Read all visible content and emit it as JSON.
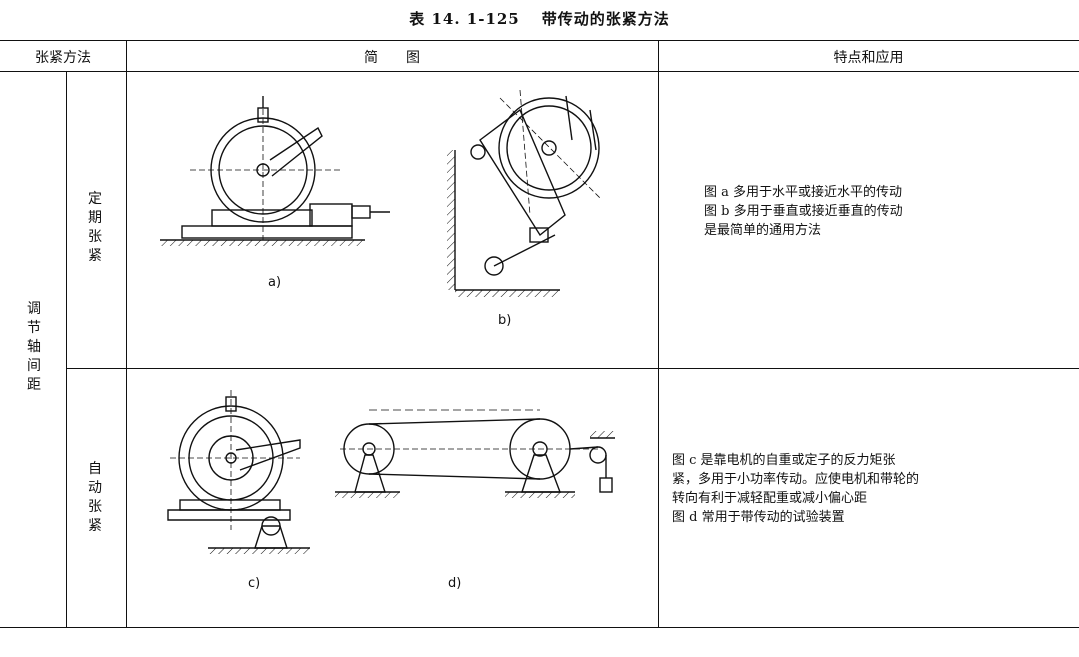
{
  "table": {
    "number": "表 14. 1-125",
    "title": "带传动的张紧方法",
    "headers": {
      "method": "张紧方法",
      "diagram": "简　　图",
      "features": "特点和应用"
    },
    "group_label": "调节轴间距",
    "rows": [
      {
        "method": "定期张紧",
        "figures": [
          "a)",
          "b)"
        ],
        "features": "图 a 多用于水平或接近水平的传动\n图 b 多用于垂直或接近垂直的传动\n是最简单的通用方法"
      },
      {
        "method": "自动张紧",
        "figures": [
          "c)",
          "d)"
        ],
        "features": "图 c 是靠电机的自重或定子的反力矩张\n紧，多用于小功率传动。应使电机和带轮的\n转向有利于减轻配重或减小偏心距\n图 d 常用于带传动的试验装置"
      }
    ]
  }
}
